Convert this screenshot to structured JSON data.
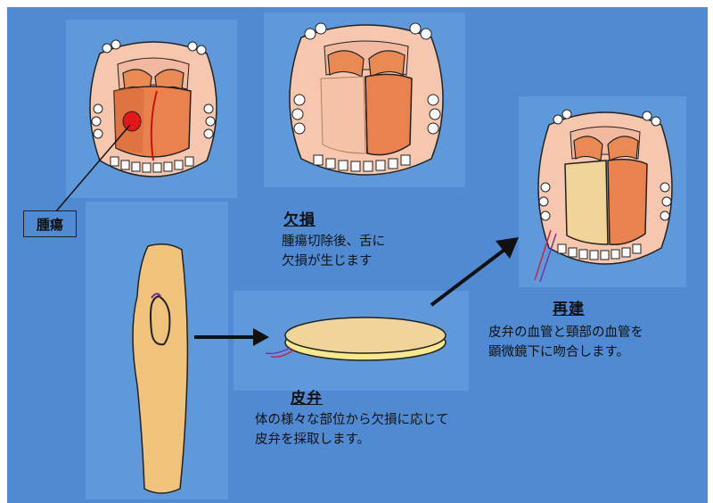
{
  "labels": {
    "tumor": "腫瘍",
    "defect_heading": "欠損",
    "defect_desc": [
      "腫瘍切除後、舌に",
      "欠損が生じます"
    ],
    "flap_heading": "皮弁",
    "flap_desc": [
      "体の様々な部位から欠損に応じて",
      "皮弁を採取します。"
    ],
    "reconstruction_heading": "再建",
    "reconstruction_desc": [
      "皮弁の血管と頸部の血管を",
      "顕微鏡下に吻合します。"
    ]
  },
  "colors": {
    "background": "#4f8ad2",
    "panel": "#5e9adb",
    "skin": "#f6c7ae",
    "tongue": "#e9824f",
    "tumor": "#e01818",
    "flap": "#f1d49a",
    "arrow": "#111111"
  }
}
